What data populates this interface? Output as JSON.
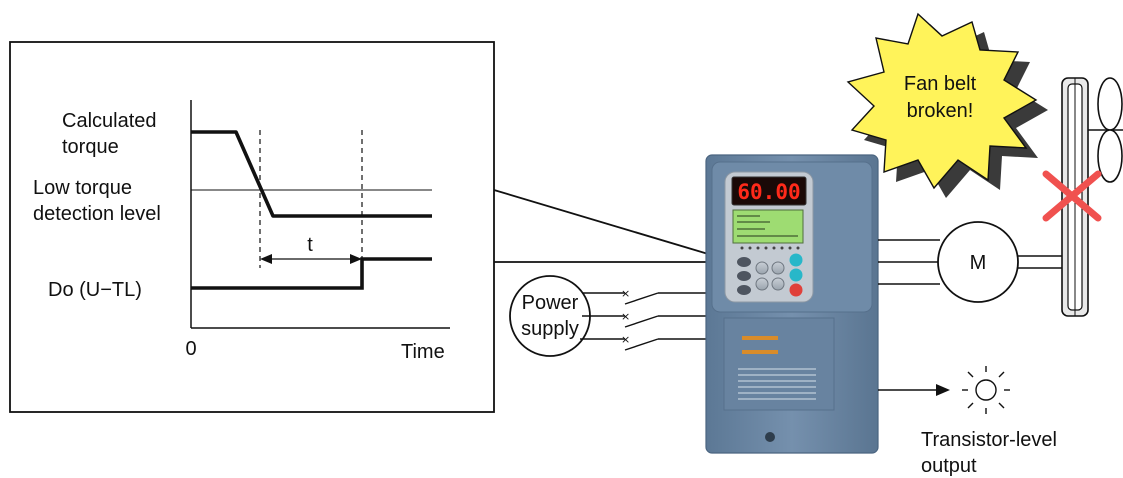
{
  "graph": {
    "label_calc_1": "Calculated",
    "label_calc_2": "torque",
    "label_low_1": "Low torque",
    "label_low_2": "detection level",
    "label_t": "t",
    "label_do": "Do (U−TL)",
    "label_zero": "0",
    "label_time": "Time"
  },
  "inverter": {
    "display": "60.00"
  },
  "power": {
    "line1": "Power",
    "line2": "supply"
  },
  "motor": {
    "label": "M"
  },
  "alert": {
    "line1": "Fan belt",
    "line2": "broken!"
  },
  "output": {
    "line1": "Transistor-level",
    "line2": "output"
  },
  "colors": {
    "inverter_body": "#6d8aa7",
    "alert_fill": "#fff35a",
    "cross": "#f0514f",
    "lcd_green": "#9edc72",
    "key_cyan": "#28b7c9",
    "key_red": "#e0403a"
  }
}
